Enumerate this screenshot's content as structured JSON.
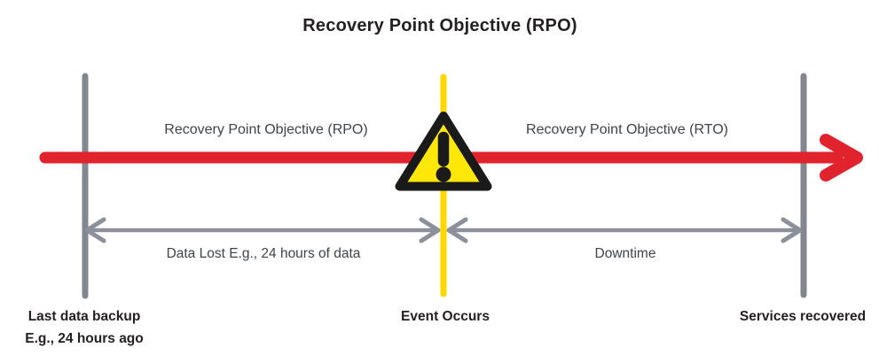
{
  "title": "Recovery Point Objective (RPO)",
  "timeline": {
    "left_segment_label": "Recovery Point Objective (RPO)",
    "right_segment_label": "Recovery Point Objective (RTO)"
  },
  "spans": {
    "data_lost_label": "Data Lost E.g., 24 hours of data",
    "downtime_label": "Downtime"
  },
  "markers": {
    "backup_label_line1": "Last data backup",
    "backup_label_line2": "E.g., 24 hours ago",
    "event_label": "Event Occurs",
    "recovery_label": "Services recovered"
  },
  "icons": {
    "warning_icon_glyph": "!"
  },
  "colors": {
    "timeline-red": "#E1232E",
    "event-yellow": "#FFD800",
    "warning-fill": "#FFE70A",
    "marker-gray": "#81868F",
    "span-gray": "#8B909A",
    "heading-text": "#241F21",
    "label-text": "#3F434C"
  }
}
